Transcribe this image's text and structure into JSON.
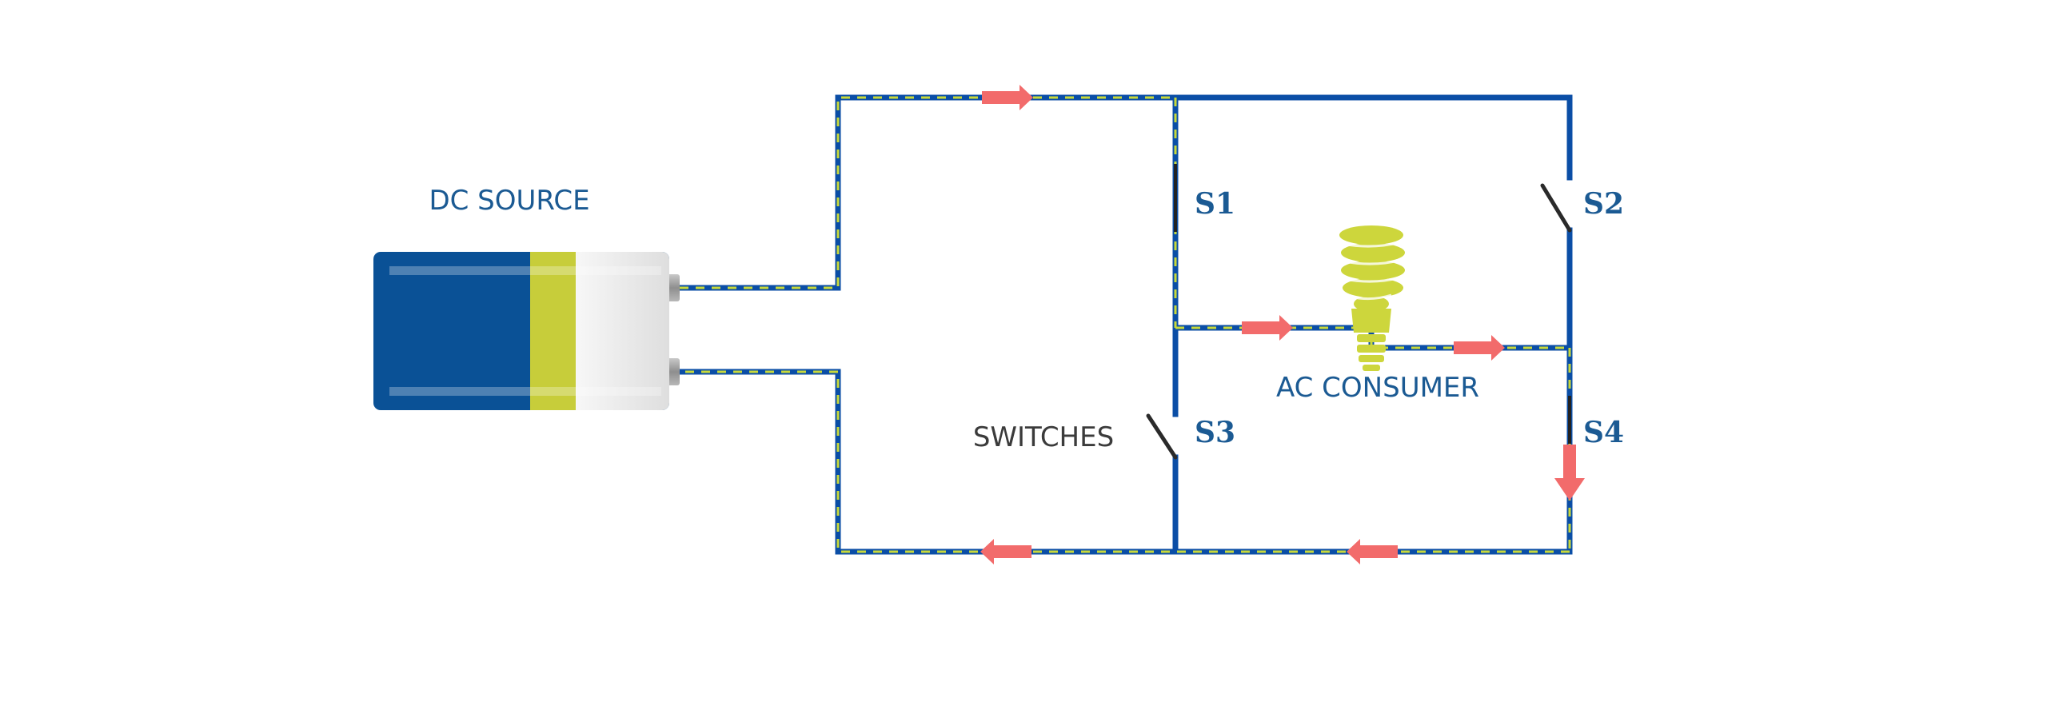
{
  "diagram": {
    "labels": {
      "dc_source": "DC SOURCE",
      "ac_consumer": "AC CONSUMER",
      "switches": "SWITCHES",
      "s1": "S1",
      "s2": "S2",
      "s3": "S3",
      "s4": "S4"
    },
    "switch_states": {
      "s1": "closed",
      "s2": "open",
      "s3": "open",
      "s4": "closed"
    },
    "icons": {
      "source": "battery-icon",
      "consumer": "cfl-bulb-icon",
      "flow": "arrow-icon"
    },
    "colors": {
      "wire": "#0b4ea6",
      "current_dash": "#c9d93a",
      "arrow": "#f26b6b",
      "label_blue": "#1b5a93",
      "label_dark": "#3b3b3b",
      "battery_blue": "#0a5196",
      "battery_band": "#c7cd3a",
      "battery_cap": "#eeeeee",
      "bulb": "#cdd63c"
    }
  }
}
